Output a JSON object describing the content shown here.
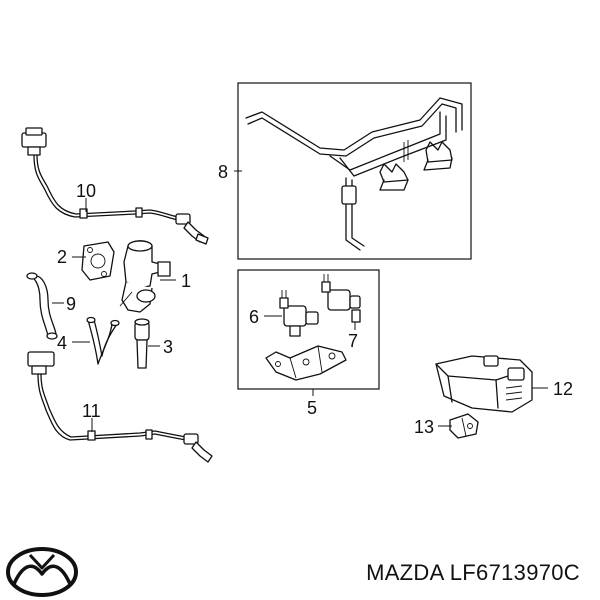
{
  "brand": {
    "name": "MAZDA",
    "logo_icon": "mazda-logo-icon"
  },
  "part_number": "MAZDA LF6713970C",
  "callouts": {
    "c1": "1",
    "c2": "2",
    "c3": "3",
    "c4": "4",
    "c5": "5",
    "c6": "6",
    "c7": "7",
    "c8": "8",
    "c9": "9",
    "c10": "10",
    "c11": "11",
    "c12": "12",
    "c13": "13"
  },
  "colors": {
    "line": "#111111",
    "background": "#ffffff"
  }
}
